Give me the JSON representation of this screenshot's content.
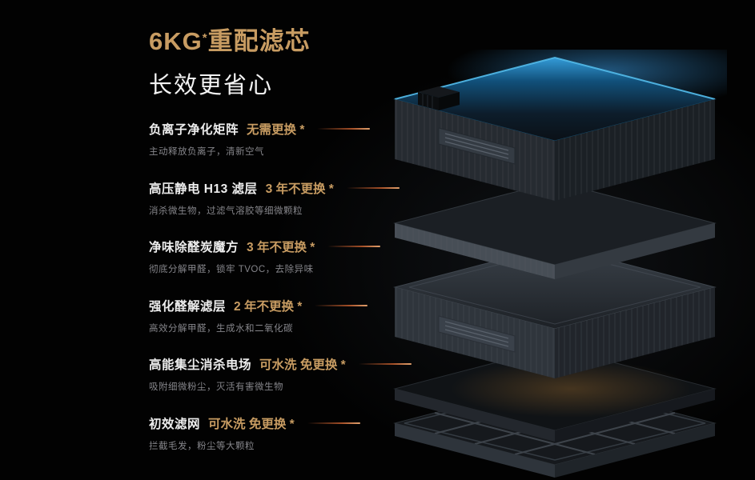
{
  "header": {
    "title_main": "6KG",
    "title_star": "*",
    "title_suffix": "重配滤芯",
    "subtitle": "长效更省心"
  },
  "filters": [
    {
      "name": "负离子净化矩阵",
      "badge": "无需更换 *",
      "desc": "主动释放负离子，清新空气"
    },
    {
      "name": "高压静电 H13 滤层",
      "badge": "3 年不更换 *",
      "desc": "消杀微生物，过滤气溶胶等细微颗粒"
    },
    {
      "name": "净味除醛炭魔方",
      "badge": "3 年不更换 *",
      "desc": "彻底分解甲醛，锁牢 TVOC，去除异味"
    },
    {
      "name": "强化醛解滤层",
      "badge": "2 年不更换 *",
      "desc": "高效分解甲醛，生成水和二氧化碳"
    },
    {
      "name": "高能集尘消杀电场",
      "badge": "可水洗 免更换 *",
      "desc": "吸附细微粉尘，灭活有害微生物"
    },
    {
      "name": "初效滤网",
      "badge": "可水洗 免更换 *",
      "desc": "拦截毛发，粉尘等大颗粒"
    }
  ],
  "colors": {
    "accent_gold": "#c89c62",
    "background": "#020202",
    "desc_gray": "#85858a",
    "glow_blue": "#3aa8e8",
    "pointer_copper": "#e0a06c"
  }
}
